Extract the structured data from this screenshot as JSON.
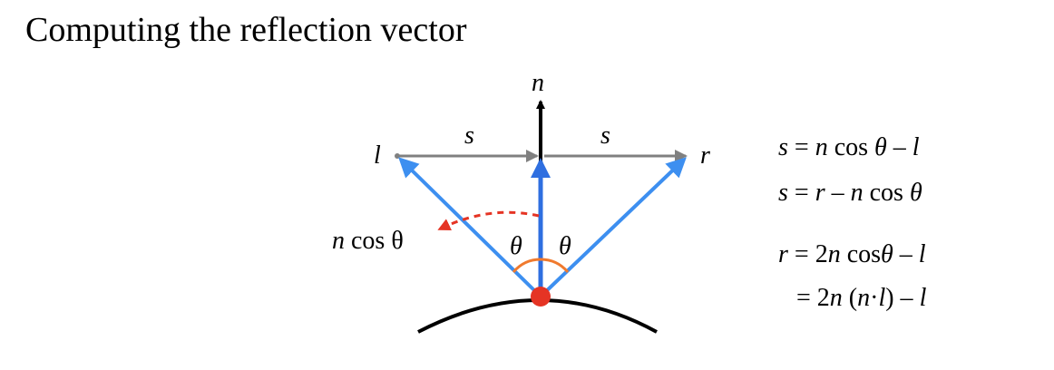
{
  "title": "Computing the reflection vector",
  "labels": {
    "n": "n",
    "l": "l",
    "r": "r",
    "s_left": "s",
    "s_right": "s",
    "theta_left": "θ",
    "theta_right": "θ",
    "ncos_n": "n",
    "ncos_rest": " cos θ"
  },
  "equations": [
    [
      "s",
      " = ",
      "n",
      " cos ",
      "θ",
      " – ",
      "l"
    ],
    [
      "s",
      " = ",
      "r",
      " – ",
      "n",
      " cos ",
      "θ"
    ],
    [
      "r",
      " = 2",
      "n",
      " cos",
      "θ",
      " – ",
      "l"
    ],
    [
      "",
      "= 2",
      "n",
      " (",
      "n",
      "·",
      "l",
      ") – ",
      "l"
    ]
  ],
  "colors": {
    "blue": "#3d8ff0",
    "dark_blue": "#2f6fe0",
    "gray": "#808080",
    "red": "#e53424",
    "orange": "#f07a2e",
    "black": "#000000"
  }
}
